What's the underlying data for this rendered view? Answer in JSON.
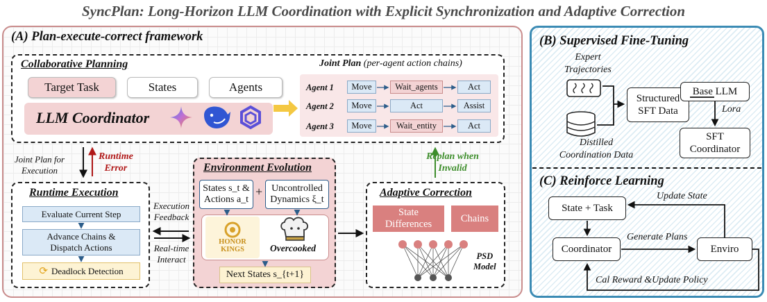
{
  "title": "SyncPlan: Long-Horizon LLM Coordination with Explicit Synchronization and Adaptive Correction",
  "panel_a": {
    "title": "(A) Plan-execute-correct framework",
    "collab": {
      "title": "Collaborative Planning",
      "inputs": [
        "Target Task",
        "States",
        "Agents"
      ],
      "coordinator": "LLM Coordinator",
      "joint_plan_title": "Joint Plan",
      "joint_plan_sub": "(per-agent action chains)",
      "agents": [
        {
          "label": "Agent 1",
          "actions": [
            "Move",
            "Wait_agents",
            "Act"
          ]
        },
        {
          "label": "Agent 2",
          "actions": [
            "Move",
            "Act",
            "Assist"
          ]
        },
        {
          "label": "Agent 3",
          "actions": [
            "Move",
            "Wait_entity",
            "Act"
          ]
        }
      ]
    },
    "joint_plan_exec": "Joint Plan for\nExecution",
    "runtime_error": "Runtime\nError",
    "replan": "Replan when\nInvalid",
    "runtime": {
      "title": "Runtime Execution",
      "steps": [
        "Evaluate Current Step",
        "Advance Chains &\nDispatch Actions"
      ],
      "deadlock": "Deadlock Detection"
    },
    "exec_feedback": "Execution\nFeedback",
    "realtime": "Real-time\nInteract",
    "env": {
      "title": "Environment Evolution",
      "states_actions": "States s_t &\nActions a_t",
      "plus": "+",
      "uncontrolled": "Uncontrolled\nDynamics ξ_t",
      "honor": "HONOR\nKINGS",
      "overcooked": "Overcooked",
      "next_states": "Next States s_{t+1}"
    },
    "adaptive": {
      "title": "Adaptive Correction",
      "state_diff": "State\nDifferences",
      "chains": "Chains",
      "psd": "PSD\nModel"
    }
  },
  "panel_b": {
    "title": "(B) Supervised Fine-Tuning",
    "expert": "Expert\nTrajectories",
    "distilled": "Distilled\nCoordination Data",
    "structured": "Structured\nSFT Data",
    "base_llm": "Base LLM",
    "lora": "Lora",
    "sft_coord": "SFT\nCoordinator"
  },
  "panel_c": {
    "title": "(C) Reinforce Learning",
    "state_task": "State + Task",
    "update_state": "Update State",
    "coordinator": "Coordinator",
    "generate": "Generate Plans",
    "enviro": "Enviro",
    "cal_reward": "Cal Reward &Update Policy"
  },
  "colors": {
    "panel_a_border": "#c98c8c",
    "panel_b_border": "#3b8bb4",
    "pink_fill": "#f3d3d4",
    "blue_fill": "#dbe9f6",
    "error_red": "#b01818",
    "replan_green": "#3d8d2b",
    "gold": "#f4c842"
  }
}
